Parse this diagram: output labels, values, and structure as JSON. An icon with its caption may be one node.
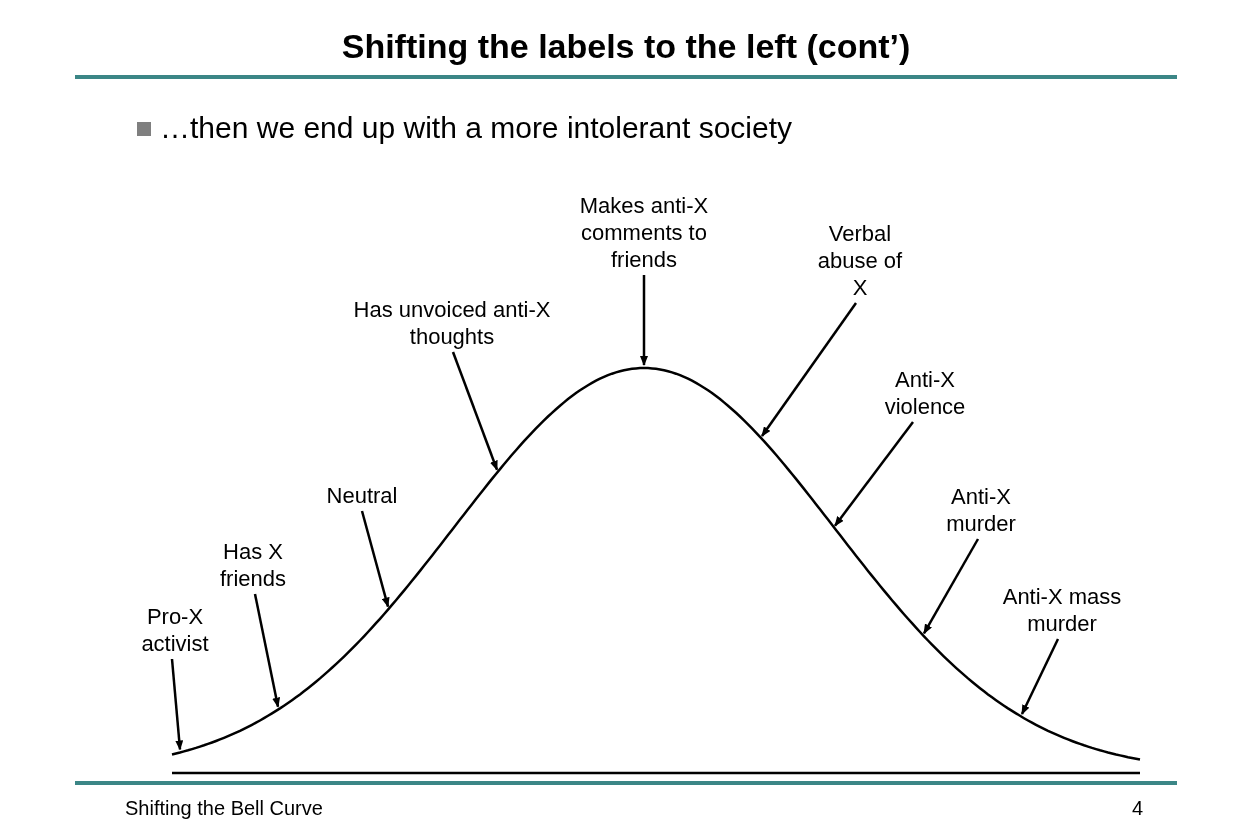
{
  "diagram": {
    "title": "Shifting the labels to the left (cont’)",
    "nodes": [
      {
        "text": [
          "Pro-X activist"
        ]
      },
      {
        "text": [
          "Has X friends"
        ]
      },
      {
        "text": [
          "Neutral"
        ]
      },
      {
        "text": [
          "Has unvoiced anti-X thoughts"
        ]
      },
      {
        "text": [
          "Makes anti-X comments to friends"
        ]
      },
      {
        "text": [
          "Verbal abuse of X"
        ]
      },
      {
        "text": [
          "Anti-X violence"
        ]
      },
      {
        "text": [
          "Anti-X murder"
        ]
      },
      {
        "text": [
          "Anti-X mass murder"
        ]
      }
    ],
    "edges": [
      {
        "from": 0,
        "to": null,
        "arrow": "to"
      },
      {
        "from": 1,
        "to": null,
        "arrow": "to"
      },
      {
        "from": 2,
        "to": null,
        "arrow": "to"
      },
      {
        "from": 3,
        "to": null,
        "arrow": "to"
      },
      {
        "from": 4,
        "to": null,
        "arrow": "to"
      },
      {
        "from": 5,
        "to": null,
        "arrow": "to"
      },
      {
        "from": 6,
        "to": null,
        "arrow": "to"
      },
      {
        "from": 7,
        "to": null,
        "arrow": "to"
      },
      {
        "from": 8,
        "to": null,
        "arrow": "to"
      }
    ],
    "labels": [
      "…then we end up with a more intolerant society",
      "Shifting the Bell Curve",
      "4"
    ]
  }
}
